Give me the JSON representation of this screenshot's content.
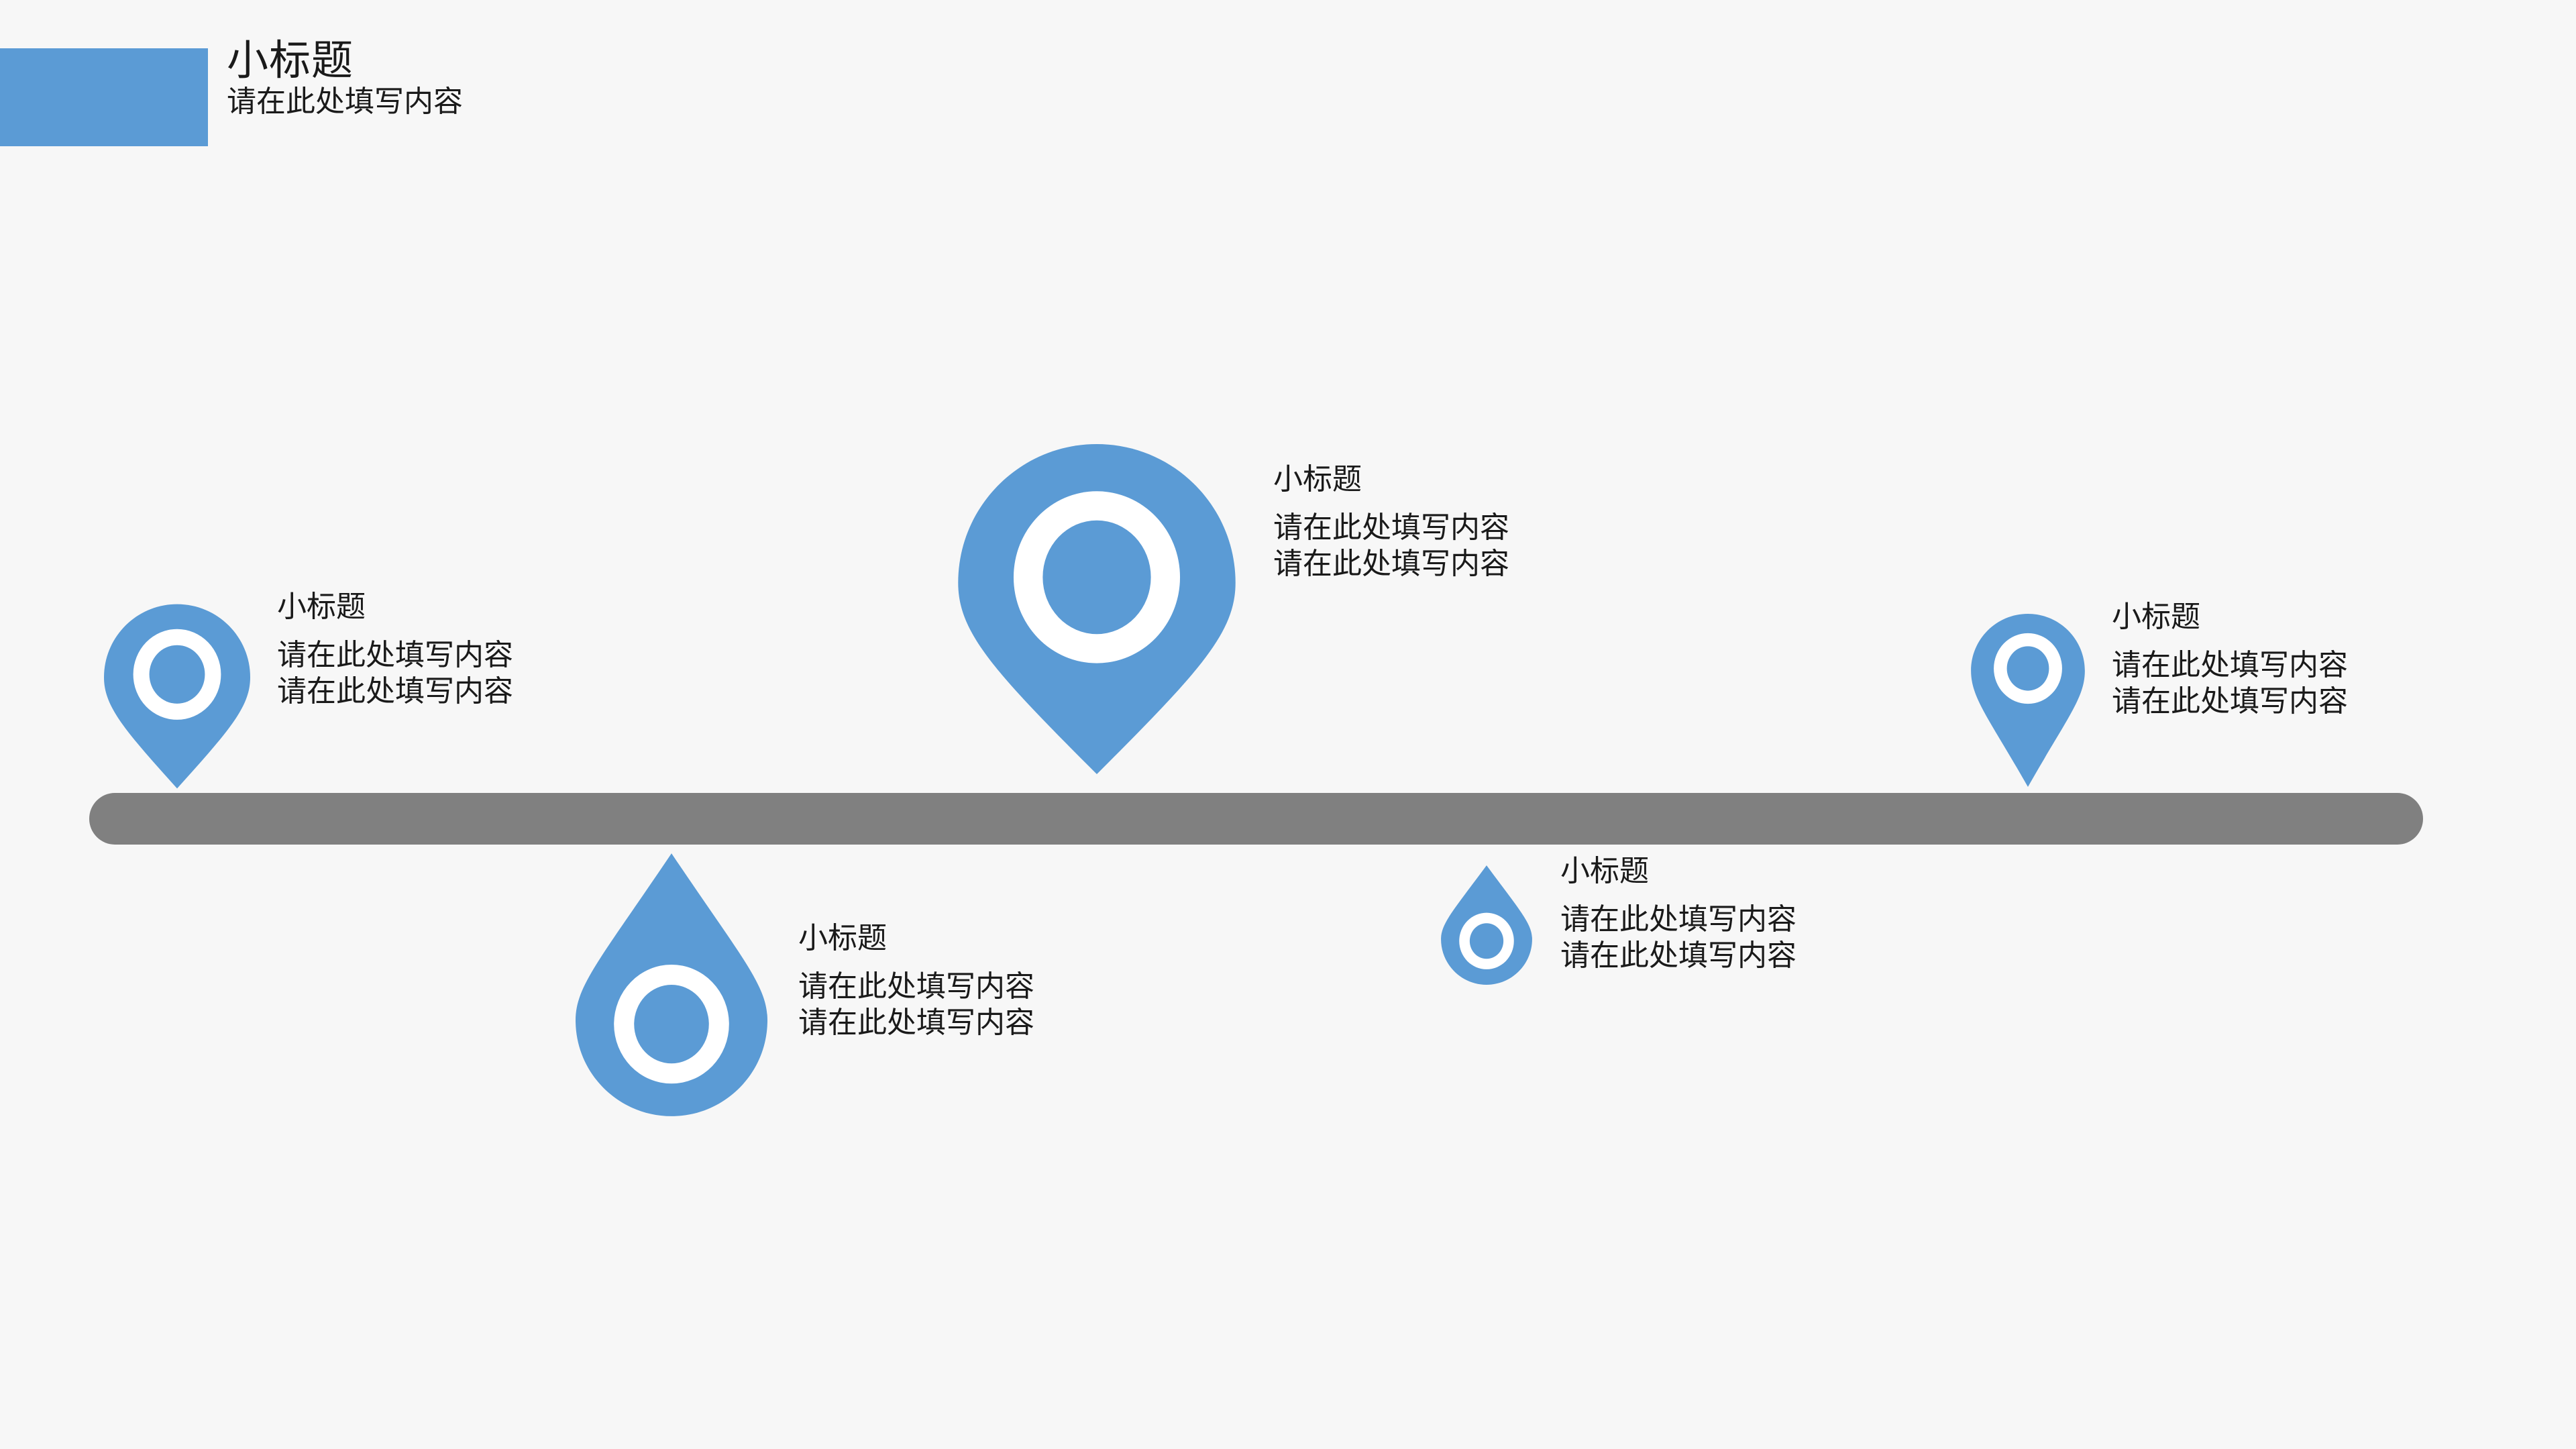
{
  "theme": {
    "background": "#F7F7F7",
    "accent_blue": "#5B9BD5",
    "bar_gray": "#808080",
    "text_color": "#1A1A1A",
    "ring_white": "#FFFFFF"
  },
  "header": {
    "title": "小标题",
    "subtitle": "请在此处填写内容",
    "accent_shape": "rectangle"
  },
  "timeline": {
    "bar_shape": "rounded-bar",
    "bar_color": "#808080"
  },
  "pins": [
    {
      "id": "pin-1",
      "icon": "map-pin-icon",
      "direction": "down",
      "size": "medium",
      "title": "小标题",
      "lines": [
        "请在此处填写内容",
        "请在此处填写内容"
      ]
    },
    {
      "id": "pin-2",
      "icon": "map-pin-icon",
      "direction": "down",
      "size": "large",
      "title": "小标题",
      "lines": [
        "请在此处填写内容",
        "请在此处填写内容"
      ]
    },
    {
      "id": "pin-3",
      "icon": "map-pin-icon",
      "direction": "down",
      "size": "small",
      "title": "小标题",
      "lines": [
        "请在此处填写内容",
        "请在此处填写内容"
      ]
    },
    {
      "id": "pin-4",
      "icon": "map-pin-icon",
      "direction": "up",
      "size": "large",
      "title": "小标题",
      "lines": [
        "请在此处填写内容",
        "请在此处填写内容"
      ]
    },
    {
      "id": "pin-5",
      "icon": "map-pin-icon",
      "direction": "up",
      "size": "small",
      "title": "小标题",
      "lines": [
        "请在此处填写内容",
        "请在此处填写内容"
      ]
    }
  ]
}
